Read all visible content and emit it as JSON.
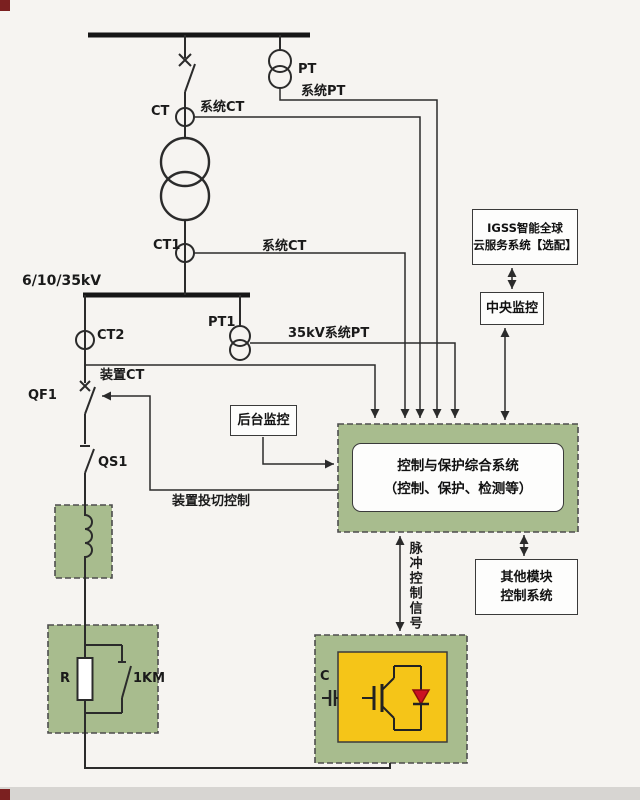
{
  "colors": {
    "background": "#f6f4f1",
    "line": "#2b2b2b",
    "busbar": "#161616",
    "green_fill": "#a8bc8e",
    "green_border": "#4d4d4d",
    "yellow_fill": "#f5c518",
    "diode_red": "#cc1122",
    "box_fill": "#fdfdfc",
    "box_border": "#3a3a3a",
    "footer_band": "#d7d5d2",
    "corner_mark": "#7b2020"
  },
  "labels": {
    "pt": "PT",
    "system_pt": "系统PT",
    "ct": "CT",
    "system_ct_top": "系统CT",
    "ct1": "CT1",
    "system_ct_mid": "系统CT",
    "bus_voltage": "6/10/35kV",
    "ct2": "CT2",
    "device_ct": "装置CT",
    "pt1": "PT1",
    "system_pt_35kv": "35kV系统PT",
    "qf1": "QF1",
    "qs1": "QS1",
    "device_switch_control": "装置投切控制",
    "pulse_control_signal": "脉冲控制信号",
    "resistor": "R",
    "contactor": "1KM",
    "capacitor": "C"
  },
  "boxes": {
    "backstage_monitor": "后台监控",
    "central_monitor": "中央监控",
    "igss_line1": "IGSS智能全球",
    "igss_line2": "云服务系统【选配】",
    "other_modules_line1": "其他模块",
    "other_modules_line2": "控制系统",
    "control_line1": "控制与保护综合系统",
    "control_line2": "（控制、保护、检测等）"
  }
}
